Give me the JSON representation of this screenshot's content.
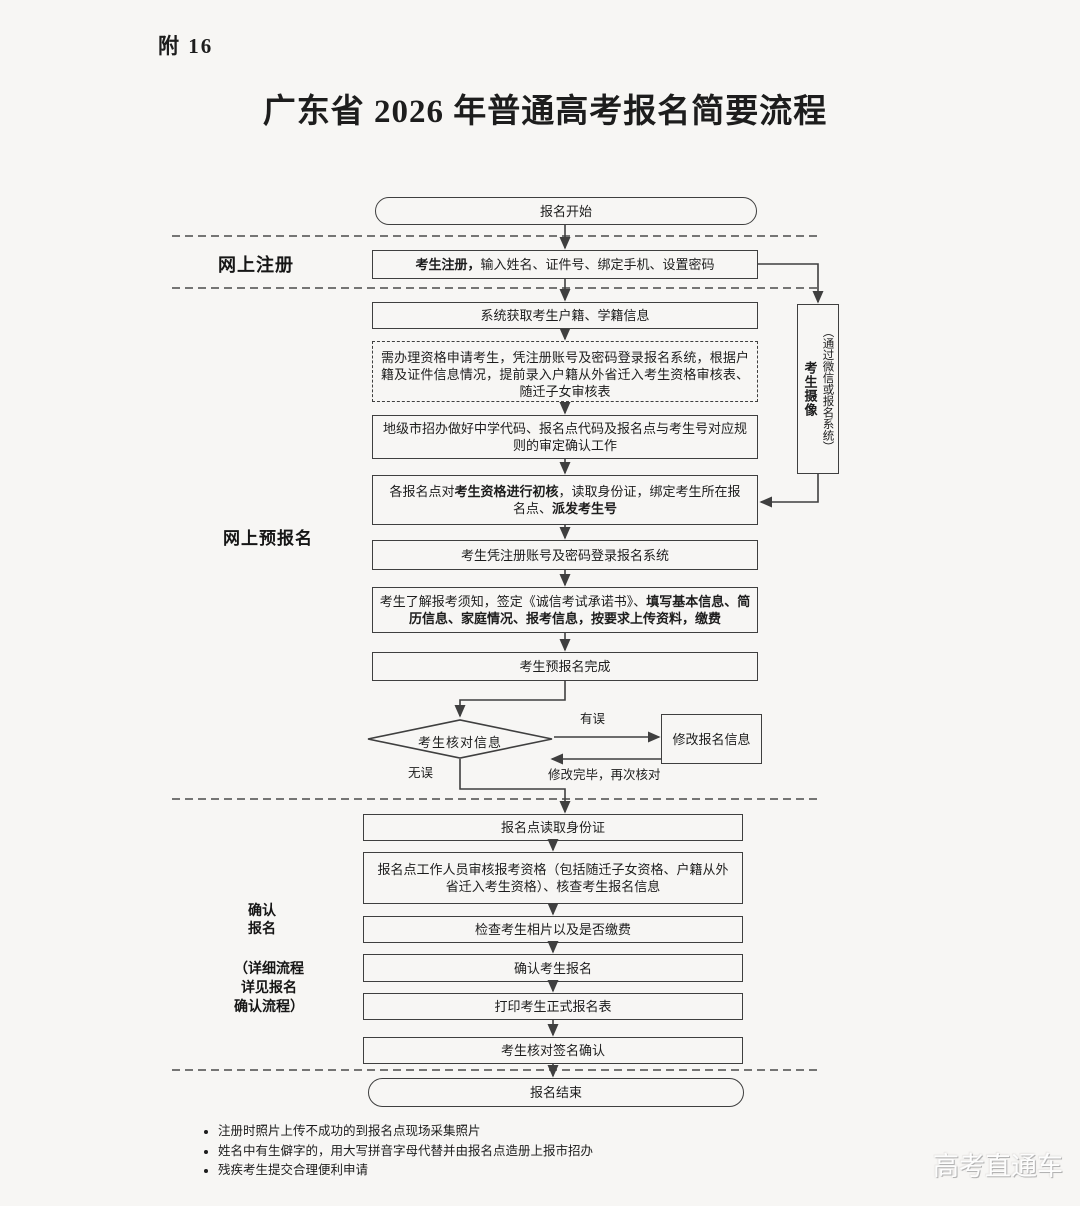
{
  "page": {
    "attachment_label": "附 16",
    "title": "广东省 2026 年普通高考报名简要流程",
    "watermark": "高考直通车"
  },
  "stages": {
    "register_label": "网上注册",
    "pre_register_label": "网上预报名",
    "confirm_label_line1": "确认",
    "confirm_label_line2": "报名",
    "confirm_note_line1": "（详细流程",
    "confirm_note_line2": "详见报名",
    "confirm_note_line3": "确认流程）"
  },
  "nodes": {
    "start": {
      "text": "报名开始"
    },
    "register": {
      "segments": [
        {
          "t": "考生注册，",
          "b": true
        },
        {
          "t": "输入姓名、证件号、绑定手机、设置密码",
          "b": false
        }
      ]
    },
    "sys_info": {
      "text": "系统获取考生户籍、学籍信息"
    },
    "qualify": {
      "text": "需办理资格申请考生，凭注册账号及密码登录报名系统，根据户籍及证件信息情况，提前录入户籍从外省迁入考生资格审核表、随迁子女审核表"
    },
    "city_code": {
      "text": "地级市招办做好中学代码、报名点代码及报名点与考生号对应规则的审定确认工作"
    },
    "site_check": {
      "segments": [
        {
          "t": "各报名点对",
          "b": false
        },
        {
          "t": "考生资格进行初核",
          "b": true
        },
        {
          "t": "，读取身份证，绑定考生所在报名点、",
          "b": false
        },
        {
          "t": "派发考生号",
          "b": true
        }
      ]
    },
    "login": {
      "text": "考生凭注册账号及密码登录报名系统"
    },
    "fill_info": {
      "segments": [
        {
          "t": "考生了解报考须知，签定《诚信考试承诺书》、",
          "b": false
        },
        {
          "t": "填写基本信息、简历信息、家庭情况、报考信息，按要求上传资料，缴费",
          "b": true
        }
      ]
    },
    "pre_done": {
      "text": "考生预报名完成"
    },
    "camera_main": "考生摄像",
    "camera_paren": "（通过微信或报名系统）",
    "decision": {
      "text": "考生核对信息"
    },
    "modify": {
      "text": "修改报名信息"
    },
    "id_read": {
      "text": "报名点读取身份证"
    },
    "staff_check": {
      "text": "报名点工作人员审核报考资格（包括随迁子女资格、户籍从外省迁入考生资格）、核查考生报名信息"
    },
    "photo_fee": {
      "text": "检查考生相片以及是否缴费"
    },
    "confirm_reg": {
      "text": "确认考生报名"
    },
    "print_form": {
      "text": "打印考生正式报名表"
    },
    "sign_confirm": {
      "text": "考生核对签名确认"
    },
    "end": {
      "text": "报名结束"
    }
  },
  "edge_labels": {
    "error": "有误",
    "ok": "无误",
    "recheck": "修改完毕，再次核对"
  },
  "notes": [
    "注册时照片上传不成功的到报名点现场采集照片",
    "姓名中有生僻字的，用大写拼音字母代替并由报名点造册上报市招办",
    "残疾考生提交合理便利申请"
  ],
  "colors": {
    "line": "#3f3f3f",
    "text": "#1d1d1d",
    "background": "#f7f6f4"
  }
}
